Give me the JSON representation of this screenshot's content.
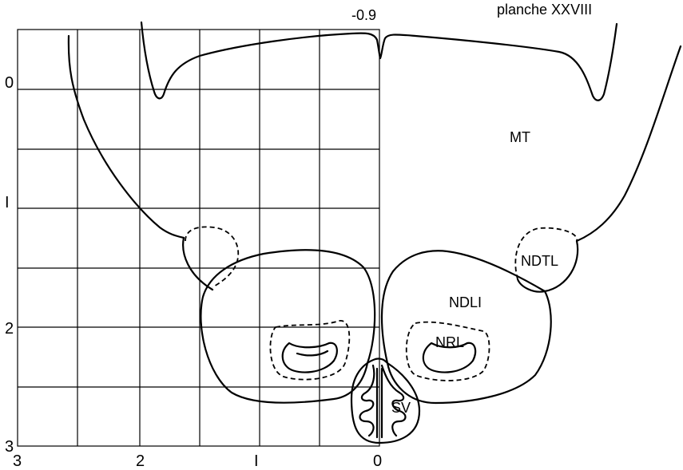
{
  "plate_title": "planche XXVIII",
  "section_level": "-0.9",
  "x_axis": {
    "ticks": [
      "3",
      "2",
      "I",
      "0"
    ]
  },
  "y_axis": {
    "ticks": [
      "0",
      "I",
      "2",
      "3"
    ]
  },
  "regions": {
    "mt": "MT",
    "ndtl": "NDTL",
    "ndli": "NDLI",
    "nrl": "NRL",
    "sv": "SV"
  }
}
